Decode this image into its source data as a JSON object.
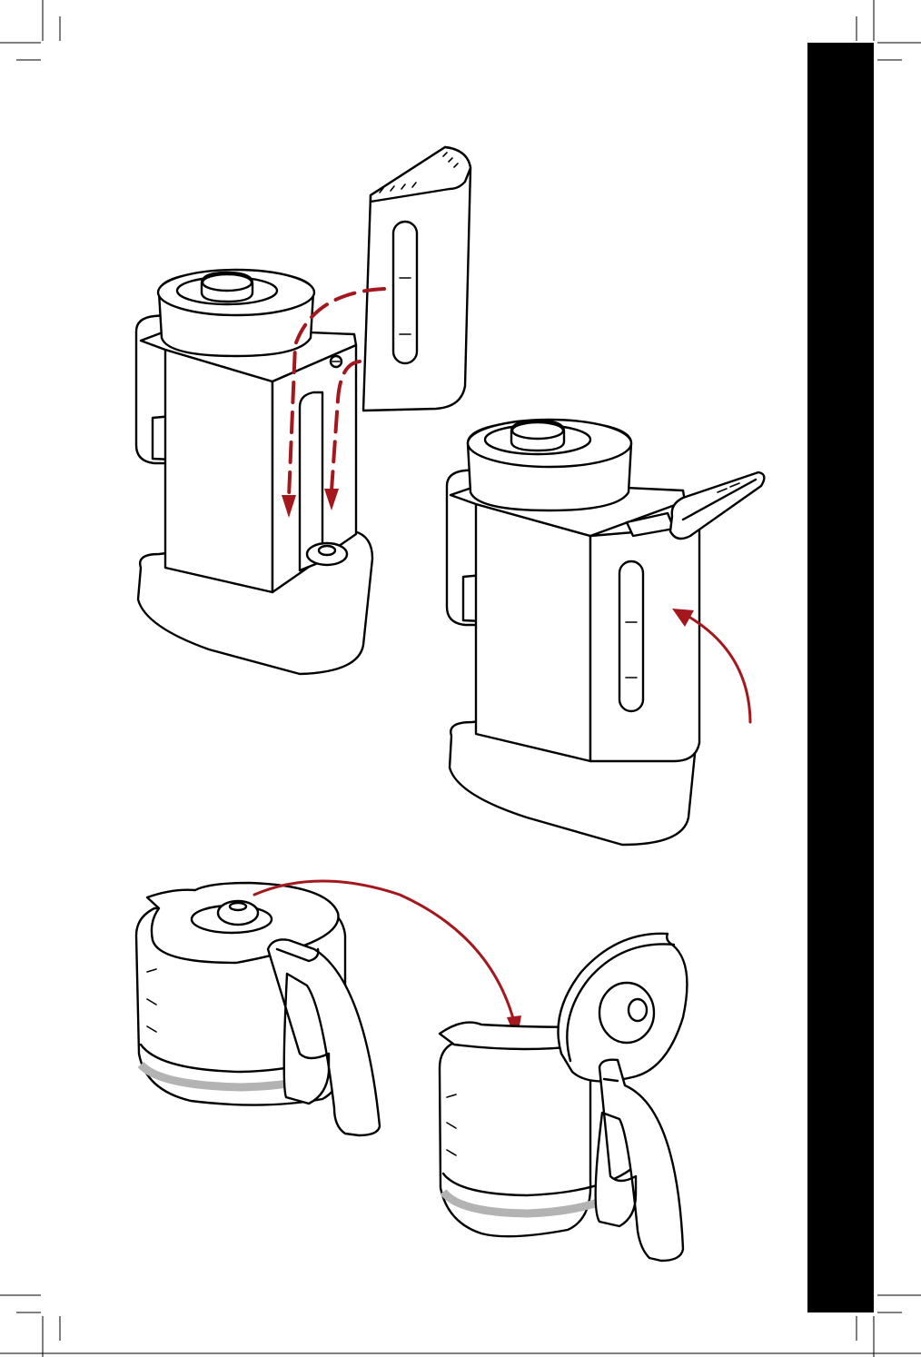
{
  "colors": {
    "arrow": "#a3171d",
    "side_tab": "#000000",
    "line": "#000000",
    "band": "#b3b3b3"
  },
  "side_tab": {
    "label": ""
  },
  "illustrations": [
    {
      "name": "water-tank-removal",
      "arrows": "dashed"
    },
    {
      "name": "water-tank-hinged-lid",
      "arrows": "solid"
    },
    {
      "name": "carafe-lid-open",
      "arrows": "solid"
    }
  ]
}
